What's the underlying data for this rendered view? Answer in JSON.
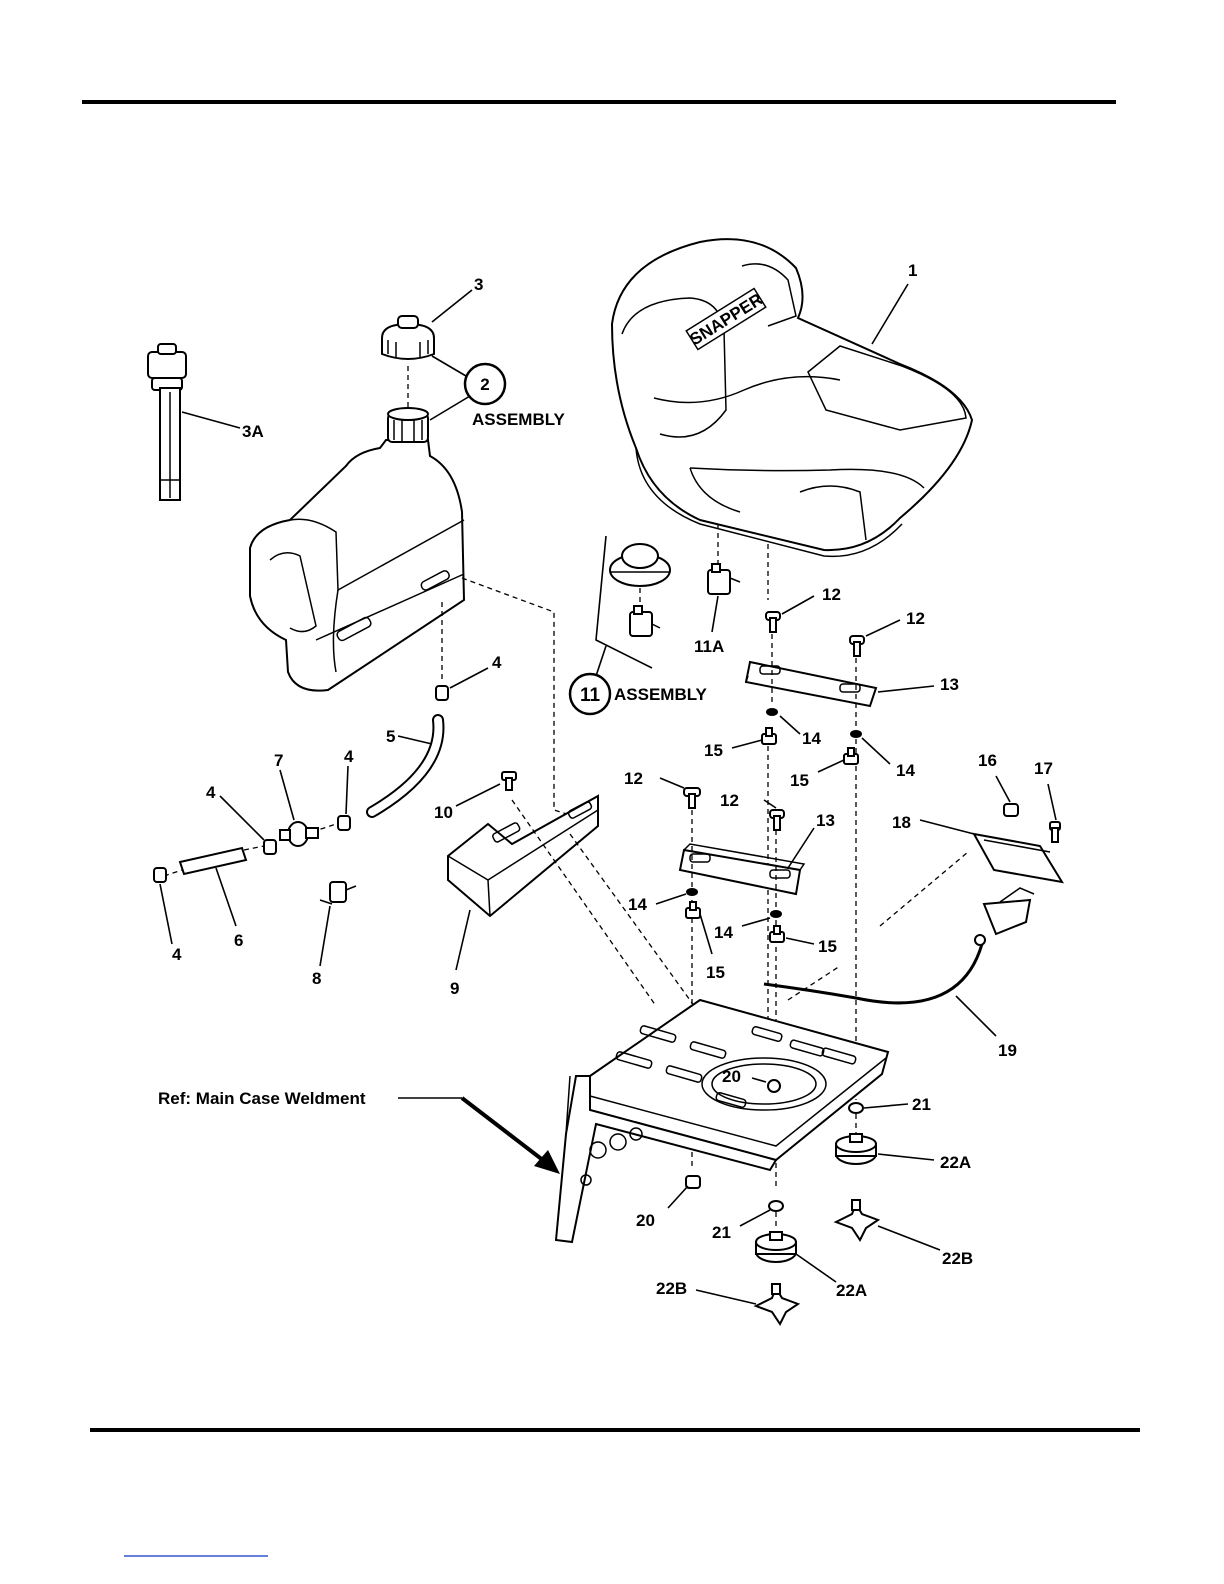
{
  "callouts": {
    "c1": "1",
    "c2": "2",
    "c3": "3",
    "c3A": "3A",
    "c4a": "4",
    "c4b": "4",
    "c4c": "4",
    "c4d": "4",
    "c5": "5",
    "c6": "6",
    "c7": "7",
    "c8": "8",
    "c9": "9",
    "c10": "10",
    "c11": "11",
    "c11A": "11A",
    "c12a": "12",
    "c12b": "12",
    "c12c": "12",
    "c12d": "12",
    "c13a": "13",
    "c13b": "13",
    "c14a": "14",
    "c14b": "14",
    "c14c": "14",
    "c14d": "14",
    "c15a": "15",
    "c15b": "15",
    "c15c": "15",
    "c15d": "15",
    "c16": "16",
    "c17": "17",
    "c18": "18",
    "c19": "19",
    "c20a": "20",
    "c20b": "20",
    "c21a": "21",
    "c21b": "21",
    "c22Aa": "22A",
    "c22Ab": "22A",
    "c22Ba": "22B",
    "c22Bb": "22B"
  },
  "assembly_label_2": "ASSEMBLY",
  "assembly_label_11": "ASSEMBLY",
  "reference_label": "Ref: Main Case Weldment",
  "seat_brand": "SNAPPER"
}
